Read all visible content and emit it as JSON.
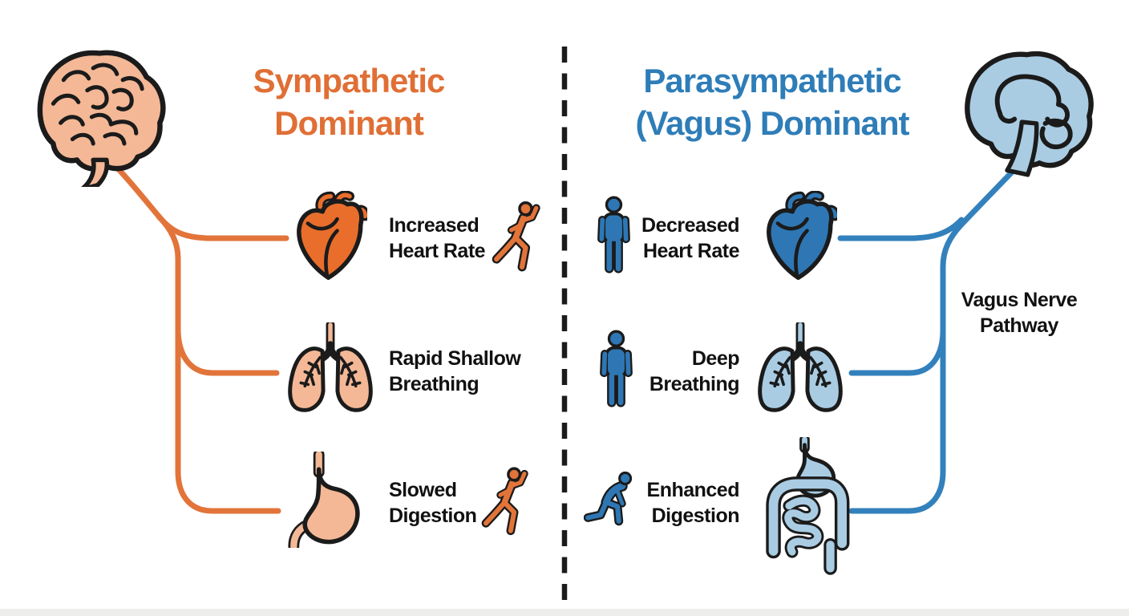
{
  "colors": {
    "orange": "#E2743A",
    "orange-title": "#E06F35",
    "orange-deep": "#E96E2C",
    "orange-light": "#F4B896",
    "blue": "#3381BC",
    "blue-title": "#2E7DB8",
    "blue-dark": "#2E77B4",
    "blue-light": "#A9CCE3",
    "ink": "#1B1B1B",
    "label": "#111111"
  },
  "diagram": {
    "left": {
      "title": {
        "line1": "Sympathetic",
        "line2": "Dominant"
      },
      "brain_icon": "brain-lateral-icon",
      "rows": [
        {
          "organ_icon": "heart-icon",
          "label_line1": "Increased",
          "label_line2": "Heart Rate",
          "figure_icon": "running-person-icon"
        },
        {
          "organ_icon": "lungs-icon",
          "label_line1": "Rapid Shallow",
          "label_line2": "Breathing",
          "figure_icon": ""
        },
        {
          "organ_icon": "stomach-icon",
          "label_line1": "Slowed",
          "label_line2": "Digestion",
          "figure_icon": "running-person-icon"
        }
      ]
    },
    "right": {
      "title": {
        "line1": "Parasympathetic",
        "line2": "(Vagus) Dominant"
      },
      "brain_icon": "brain-sagittal-icon",
      "rows": [
        {
          "figure_icon": "standing-person-icon",
          "label_line1": "Decreased",
          "label_line2": "Heart Rate",
          "organ_icon": "heart-icon"
        },
        {
          "figure_icon": "standing-person-icon",
          "label_line1": "Deep",
          "label_line2": "Breathing",
          "organ_icon": "lungs-icon"
        },
        {
          "figure_icon": "kneeling-person-icon",
          "label_line1": "Enhanced",
          "label_line2": "Digestion",
          "organ_icon": "intestines-icon"
        }
      ],
      "pathway_label": {
        "line1": "Vagus Nerve",
        "line2": "Pathway"
      }
    }
  }
}
